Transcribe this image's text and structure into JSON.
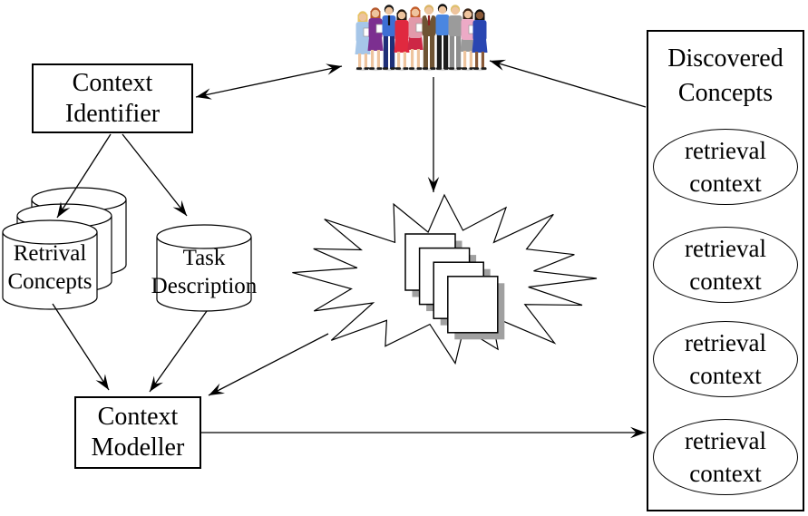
{
  "figure": {
    "nodes": {
      "context_identifier": {
        "line1": "Context",
        "line2": "Identifier"
      },
      "context_modeller": {
        "line1": "Context",
        "line2": "Modeller"
      },
      "retrieval_concepts_db": {
        "line1": "Retrival",
        "line2": "Concepts"
      },
      "task_description_db": {
        "line1": "Task",
        "line2": "Description"
      }
    },
    "discovered_concepts": {
      "title_line1": "Discovered",
      "title_line2": "Concepts",
      "items": [
        {
          "line1": "retrieval",
          "line2": "context"
        },
        {
          "line1": "retrieval",
          "line2": "context"
        },
        {
          "line1": "retrieval",
          "line2": "context"
        },
        {
          "line1": "retrieval",
          "line2": "context"
        }
      ]
    },
    "icons": {
      "people_group": "people-group-icon",
      "documents_burst": "documents-stack-icon",
      "database_stack": "database-cylinder-icon"
    },
    "colors": {
      "background": "#ffffff",
      "line": "#000000",
      "document_shadow": "#a0a0a0"
    }
  }
}
